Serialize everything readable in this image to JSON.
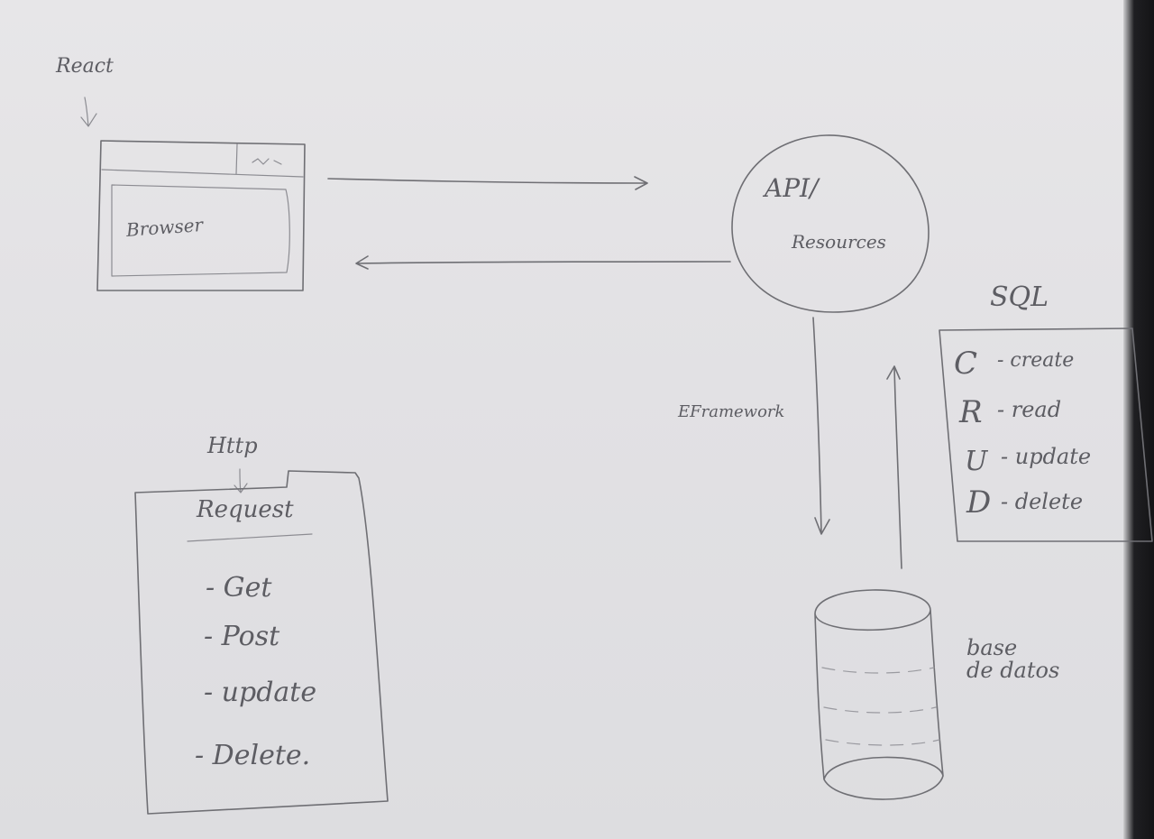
{
  "colors": {
    "paper": "#e3e2e5",
    "pencil": "#6f6f74"
  },
  "labels": {
    "react": "React",
    "browser": "Browser",
    "api": "API/",
    "resources": "Resources",
    "sql": "SQL",
    "ef": "EFramework",
    "http": "Http",
    "request": "Request",
    "database": "base\nde datos"
  },
  "http_methods": [
    "- Get",
    "- Post",
    "- update",
    "- Delete."
  ],
  "crud_items": [
    {
      "letter": "C",
      "text": "- create"
    },
    {
      "letter": "R",
      "text": "- read"
    },
    {
      "letter": "U",
      "text": "- update"
    },
    {
      "letter": "D",
      "text": "- delete"
    }
  ]
}
